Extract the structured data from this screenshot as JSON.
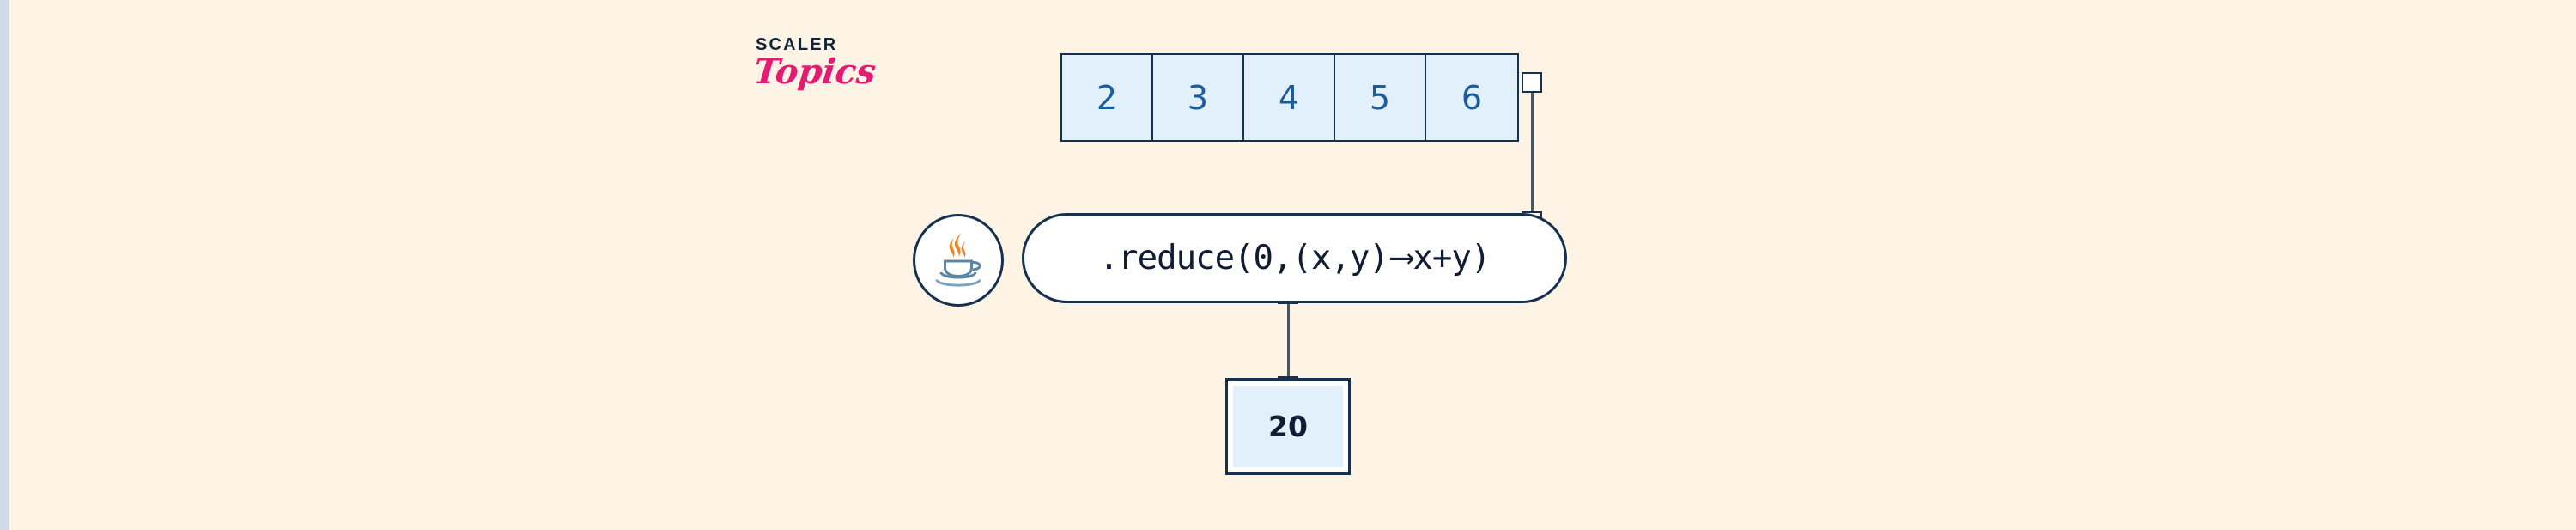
{
  "theme": {
    "background": "#fdf4e6",
    "gutter": "#cfdaea",
    "stroke": "#16304f",
    "cell_fill": "#e2f0fc",
    "cell_text": "#1a5c9c",
    "result_text": "#101c33",
    "logo_pink": "#e51a72",
    "logo_dark": "#12233c",
    "java_orange": "#e8862b",
    "java_blue": "#5b86a6"
  },
  "logo": {
    "line1": "SCALER",
    "line2": "Topics"
  },
  "diagram": {
    "title": "java-stream-reduce",
    "source_array": {
      "name": "input-stream-array",
      "cells": [
        "2",
        "3",
        "4",
        "5",
        "6"
      ]
    },
    "operation": {
      "name": "reduce-operation",
      "icon": "java-icon",
      "prefix": ".reduce(0,(x,y)",
      "arrow": "⟶",
      "suffix": "x+y)",
      "full_text": ".reduce(0,(x,y) ⟶ x+y)"
    },
    "result": {
      "name": "reduce-result",
      "value": "20"
    },
    "connectors": [
      {
        "name": "connector-array-to-reduce"
      },
      {
        "name": "connector-reduce-to-result"
      }
    ]
  }
}
